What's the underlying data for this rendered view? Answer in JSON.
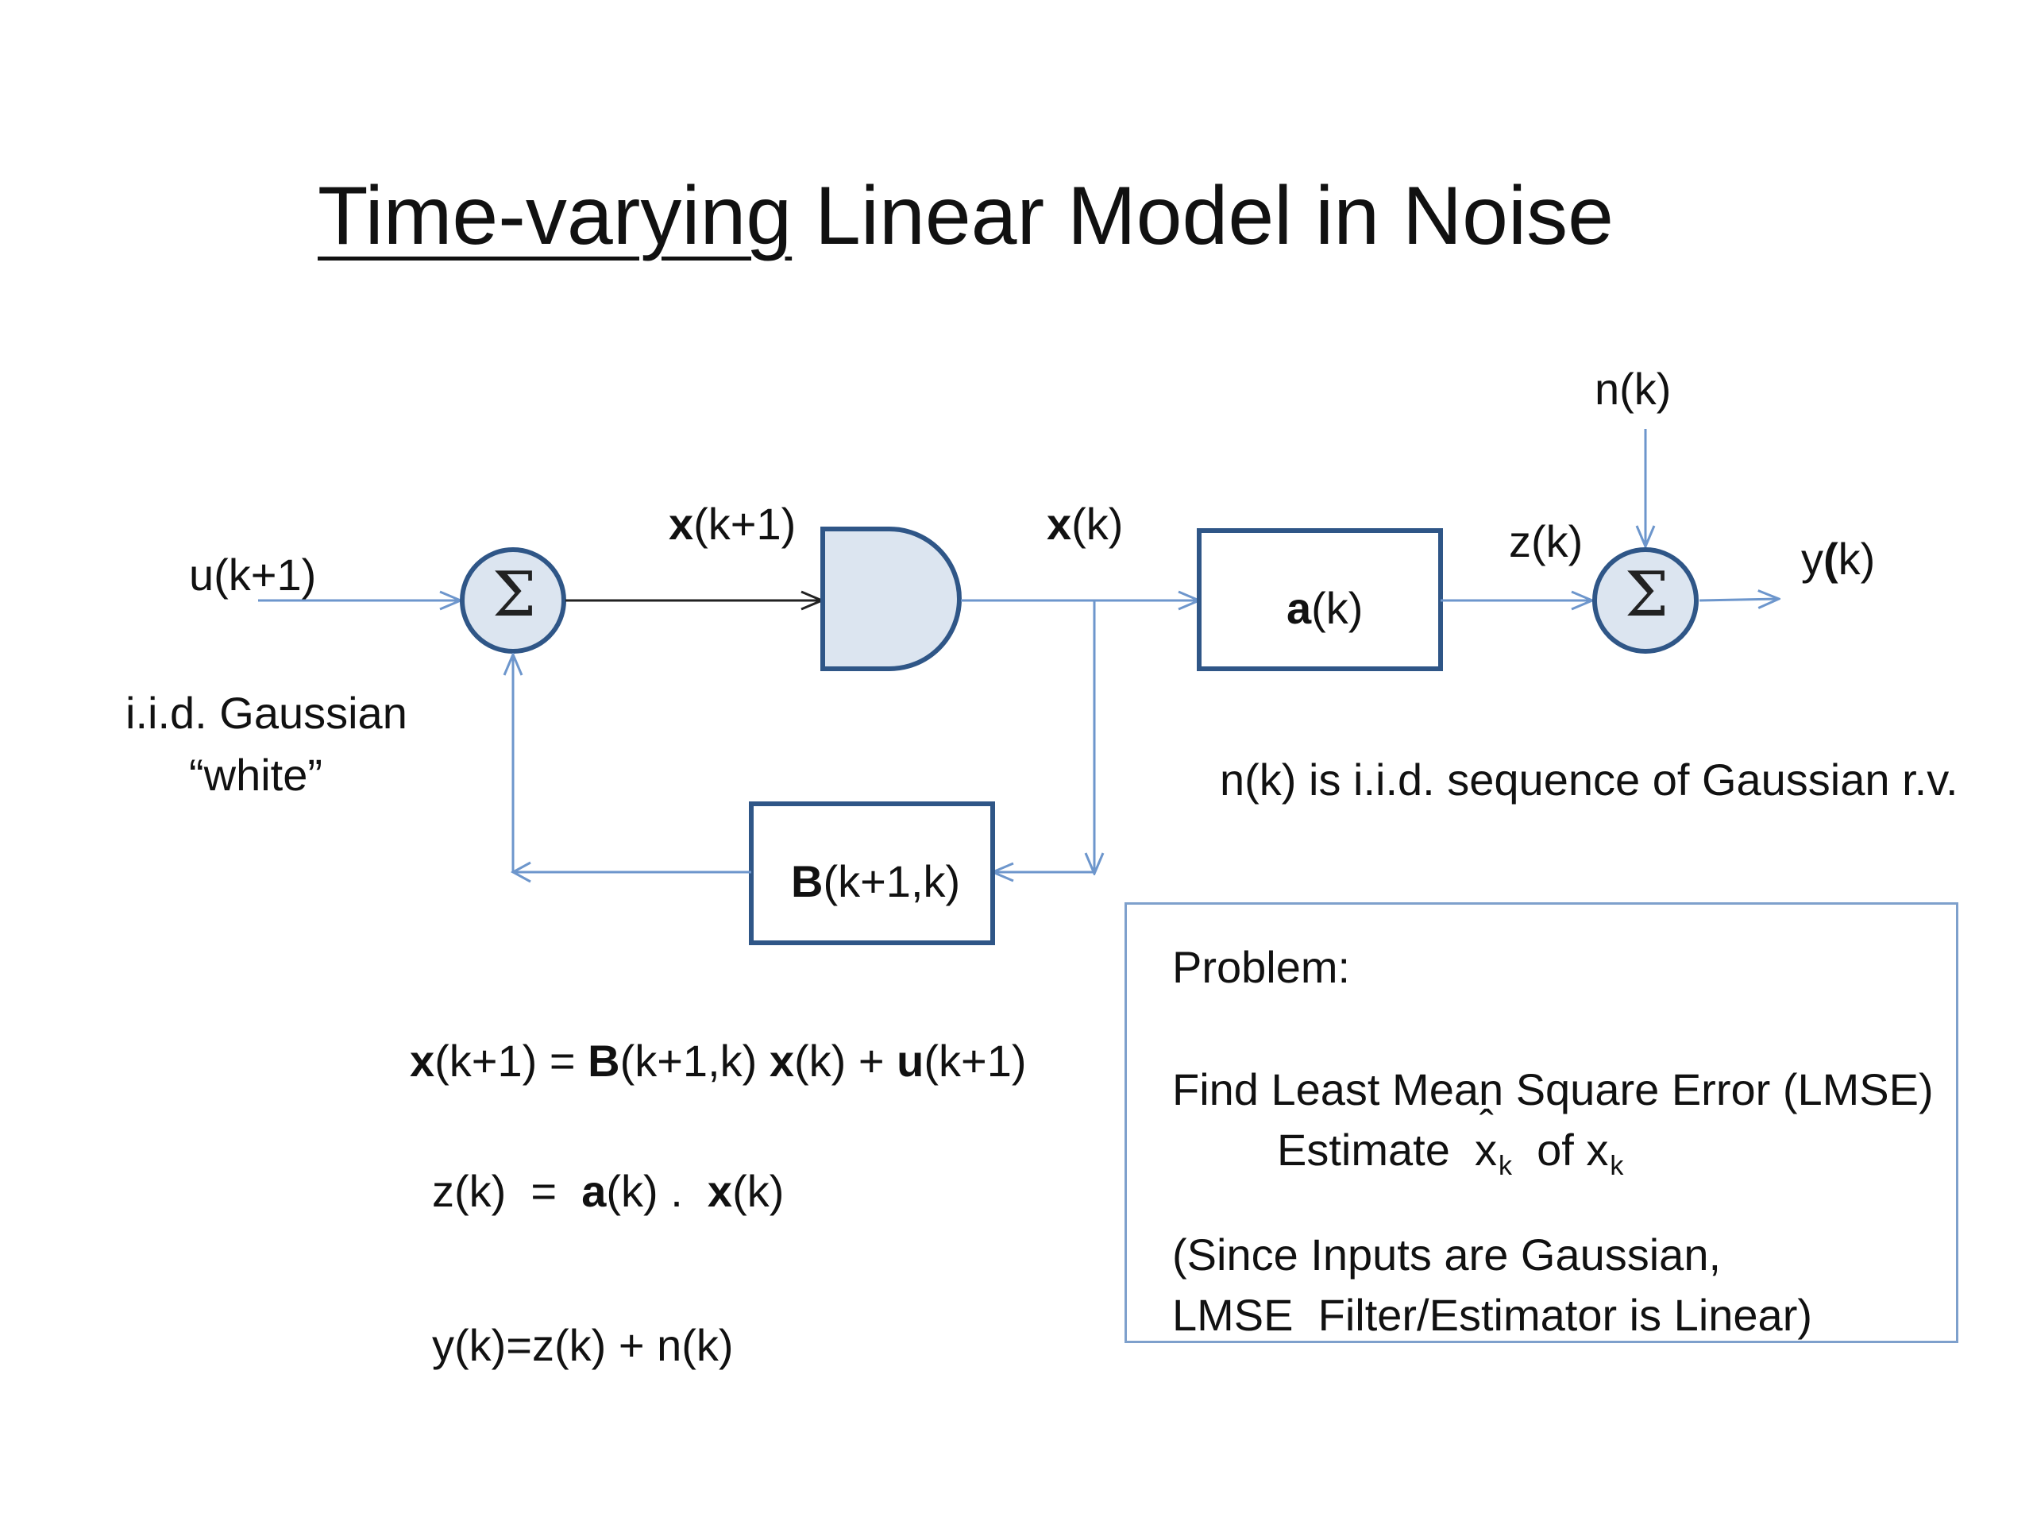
{
  "title": {
    "underlined": "Time-varying",
    "rest": " Linear Model in Noise"
  },
  "diagram": {
    "input_label": "u(k+1)",
    "input_desc_line1": "i.i.d. Gaussian",
    "input_desc_line2": "“white”",
    "sum_symbol": "Σ",
    "signal_x_next_bold": "x",
    "signal_x_next_rest": "(k+1)",
    "signal_x_bold": "x",
    "signal_x_rest": "(k)",
    "block_a_bold": "a",
    "block_a_rest": "(k)",
    "block_B_bold": "B",
    "block_B_rest": "(k+1,k)",
    "signal_z": "z(k)",
    "noise_label": "n(k)",
    "output_y_left": "y",
    "output_y_paren": "(",
    "output_y_rest": "k)",
    "noise_desc": "n(k) is i.i.d. sequence of Gaussian r.v.",
    "colors": {
      "line": "#6d96cc",
      "block_border": "#2f5687",
      "fill": "#dce5f0"
    }
  },
  "equations": {
    "eq1": {
      "x": "x",
      "p1": "(k+1) = ",
      "B": "B",
      "p2": "(k+1,k) ",
      "x2": "x",
      "p3": "(k) + ",
      "u": "u",
      "p4": "(k+1)"
    },
    "eq2": {
      "p1": "z(k)  =  ",
      "a": "a",
      "p2": "(k) .  ",
      "x": "x",
      "p3": "(k)"
    },
    "eq3": "y(k)=z(k) + n(k)"
  },
  "problem": {
    "heading": "Problem:",
    "line1": "Find Least Mean Square Error (LMSE)",
    "line2_a": "Estimate ",
    "x_hat": "x",
    "sub_k1": "k",
    "line2_b": "  of x",
    "sub_k2": "k",
    "line3": "(Since Inputs are Gaussian,",
    "line4": "LMSE  Filter/Estimator is Linear)"
  }
}
